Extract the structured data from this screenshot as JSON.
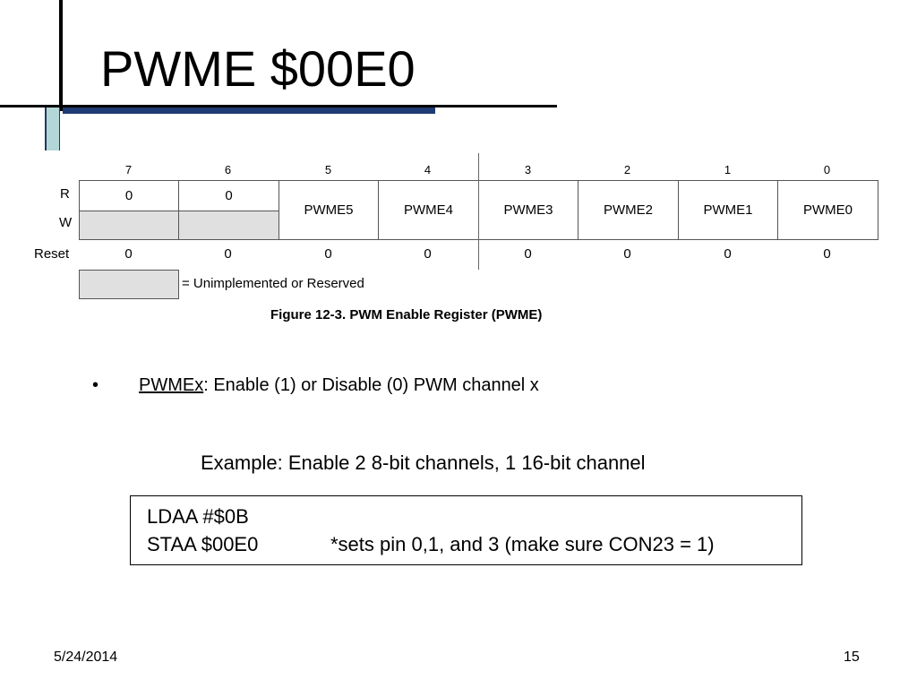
{
  "slide": {
    "title": "PWME $00E0",
    "date": "5/24/2014",
    "page_number": "15"
  },
  "register": {
    "bits": [
      "7",
      "6",
      "5",
      "4",
      "3",
      "2",
      "1",
      "0"
    ],
    "row_labels": {
      "read": "R",
      "write": "W",
      "reset": "Reset"
    },
    "read_values": [
      "0",
      "0"
    ],
    "fields": [
      "PWME5",
      "PWME4",
      "PWME3",
      "PWME2",
      "PWME1",
      "PWME0"
    ],
    "reset_values": [
      "0",
      "0",
      "0",
      "0",
      "0",
      "0",
      "0",
      "0"
    ],
    "legend": "= Unimplemented or Reserved",
    "caption": "Figure 12-3. PWM Enable Register (PWME)"
  },
  "bullet": {
    "marker": "•",
    "term": "PWMEx",
    "text": ": Enable (1) or Disable (0) PWM channel x"
  },
  "example": {
    "heading": "Example: Enable 2 8-bit channels, 1 16-bit channel",
    "code_lines": [
      "LDAA #$0B",
      "STAA $00E0"
    ],
    "comment": "*sets pin 0,1, and 3 (make sure CON23 = 1)"
  }
}
